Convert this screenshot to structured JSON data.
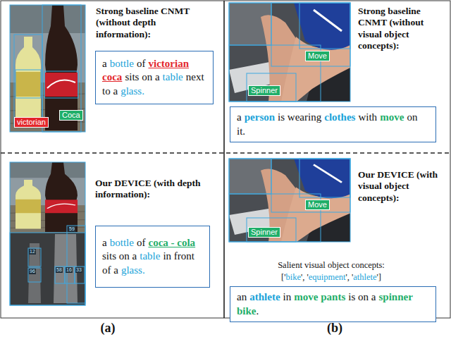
{
  "diagram": {
    "nodes": [
      {
        "text": [
          "victorian"
        ]
      },
      {
        "text": [
          "Coca"
        ]
      },
      {
        "text": [
          "a",
          "bottle",
          "of",
          "victorian coca",
          "sits on a",
          "table",
          "next to a",
          "glass."
        ]
      },
      {
        "text": [
          "Move"
        ]
      },
      {
        "text": [
          "Spinner"
        ]
      },
      {
        "text": [
          "a",
          "person",
          "is wearing",
          "clothes",
          "with",
          "move",
          "on it."
        ]
      },
      {
        "text": [
          "a",
          "bottle",
          "of",
          "coca - cola",
          "sits on a",
          "table",
          "in front of a",
          "glass."
        ]
      },
      {
        "text": [
          "Move"
        ]
      },
      {
        "text": [
          "Spinner"
        ]
      },
      {
        "text": [
          "an",
          "athlete",
          "in",
          "move pants",
          "is on a",
          "spinner bike",
          "."
        ]
      }
    ],
    "labels": [
      "Strong baseline CNMT (without depth information):",
      "Strong baseline CNMT (without visual object concepts):",
      "Our DEVICE (with depth information):",
      "59",
      "12",
      "96",
      "58",
      "16",
      "33",
      "Our DEVICE (with visual object concepts):",
      "Salient visual object concepts:",
      "['",
      "bike",
      "', '",
      "equipment",
      "', '",
      "athlete",
      "']",
      "(a)",
      "(b)"
    ]
  }
}
